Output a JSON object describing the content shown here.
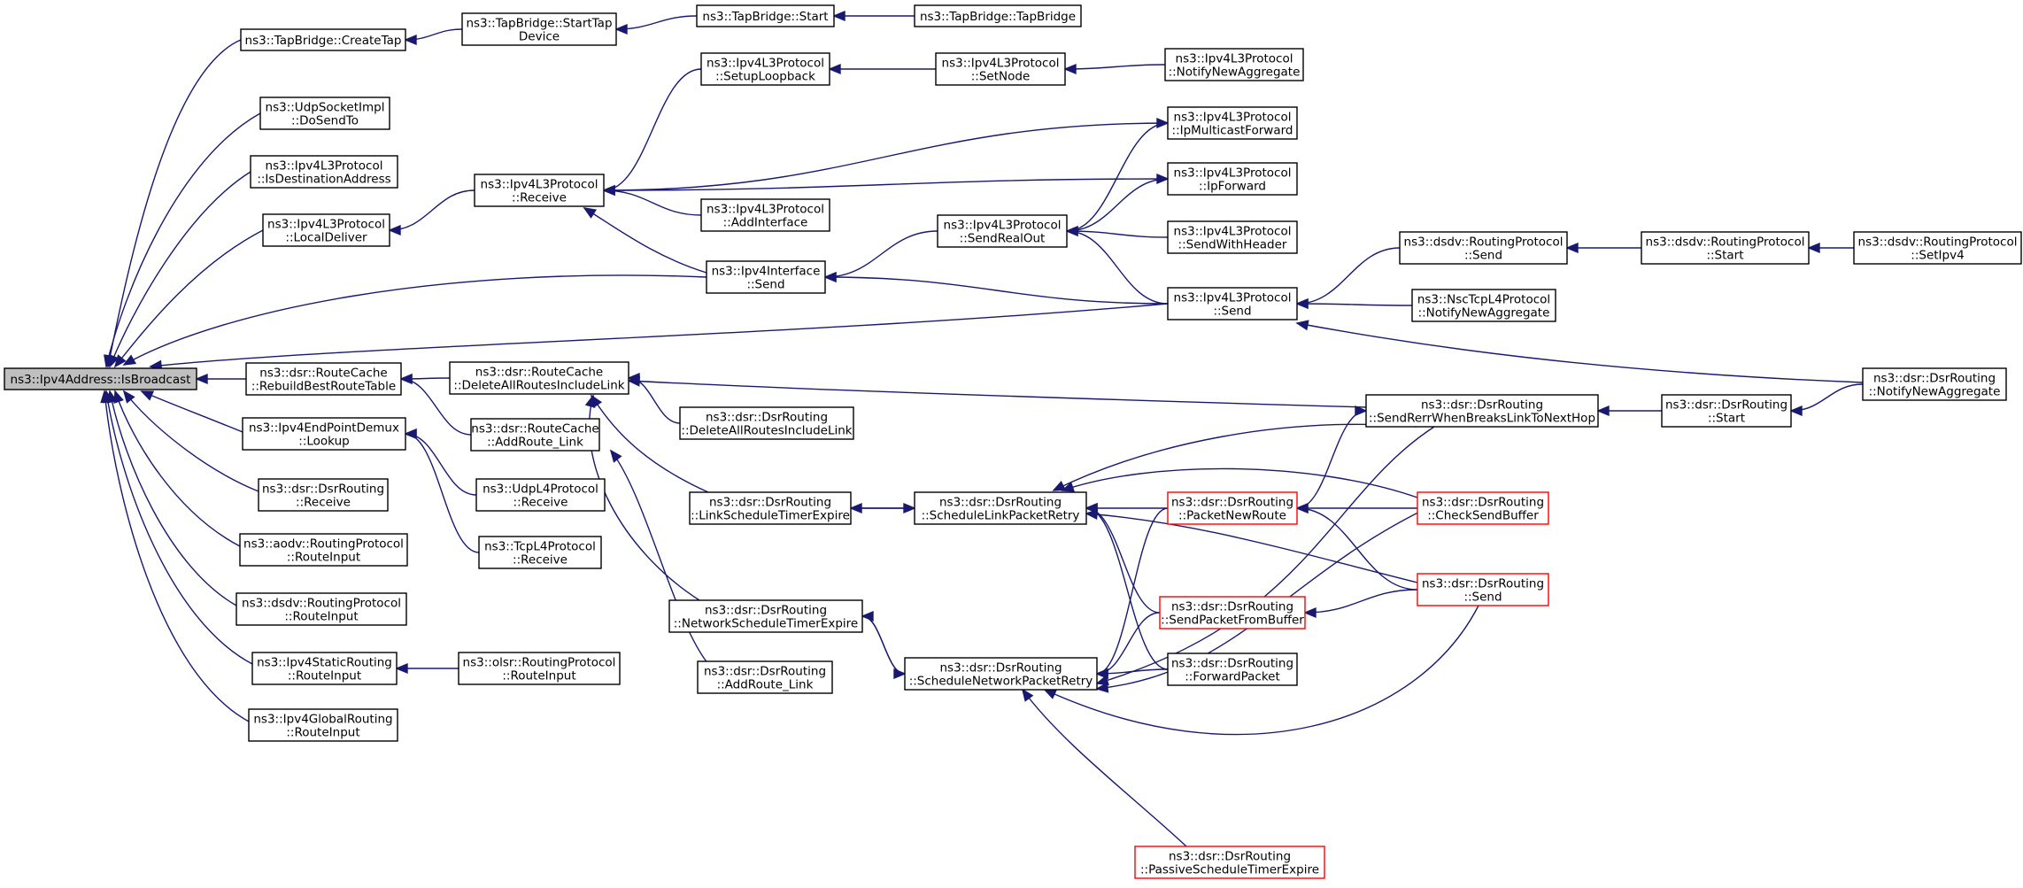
{
  "diagram": {
    "colors": {
      "edge": "#191970",
      "node_border": "#000000",
      "highlight_border": "#ff0000",
      "root_fill": "#bfbfbf"
    },
    "nodes": [
      {
        "id": "root",
        "lines": [
          "ns3::Ipv4Address::IsBroadcast"
        ],
        "style": "root"
      },
      {
        "id": "createtap",
        "lines": [
          "ns3::TapBridge::CreateTap"
        ]
      },
      {
        "id": "starttap",
        "lines": [
          "ns3::TapBridge::StartTap",
          "Device"
        ]
      },
      {
        "id": "tbstart",
        "lines": [
          "ns3::TapBridge::Start"
        ]
      },
      {
        "id": "tapbridge",
        "lines": [
          "ns3::TapBridge::TapBridge"
        ]
      },
      {
        "id": "udpsock",
        "lines": [
          "ns3::UdpSocketImpl",
          "::DoSendTo"
        ]
      },
      {
        "id": "isdest",
        "lines": [
          "ns3::Ipv4L3Protocol",
          "::IsDestinationAddress"
        ]
      },
      {
        "id": "localdeliver",
        "lines": [
          "ns3::Ipv4L3Protocol",
          "::LocalDeliver"
        ]
      },
      {
        "id": "receive",
        "lines": [
          "ns3::Ipv4L3Protocol",
          "::Receive"
        ]
      },
      {
        "id": "setuploop",
        "lines": [
          "ns3::Ipv4L3Protocol",
          "::SetupLoopback"
        ]
      },
      {
        "id": "setnode",
        "lines": [
          "ns3::Ipv4L3Protocol",
          "::SetNode"
        ]
      },
      {
        "id": "notifyagg1",
        "lines": [
          "ns3::Ipv4L3Protocol",
          "::NotifyNewAggregate"
        ]
      },
      {
        "id": "ipmulticast",
        "lines": [
          "ns3::Ipv4L3Protocol",
          "::IpMulticastForward"
        ]
      },
      {
        "id": "ipforward",
        "lines": [
          "ns3::Ipv4L3Protocol",
          "::IpForward"
        ]
      },
      {
        "id": "addinterface",
        "lines": [
          "ns3::Ipv4L3Protocol",
          "::AddInterface"
        ]
      },
      {
        "id": "sendrealout",
        "lines": [
          "ns3::Ipv4L3Protocol",
          "::SendRealOut"
        ]
      },
      {
        "id": "sendwithheader",
        "lines": [
          "ns3::Ipv4L3Protocol",
          "::SendWithHeader"
        ]
      },
      {
        "id": "ifsend",
        "lines": [
          "ns3::Ipv4Interface",
          "::Send"
        ]
      },
      {
        "id": "l3send",
        "lines": [
          "ns3::Ipv4L3Protocol",
          "::Send"
        ]
      },
      {
        "id": "dsdvsend",
        "lines": [
          "ns3::dsdv::RoutingProtocol",
          "::Send"
        ]
      },
      {
        "id": "dsdvstart",
        "lines": [
          "ns3::dsdv::RoutingProtocol",
          "::Start"
        ]
      },
      {
        "id": "dsdvsetipv4",
        "lines": [
          "ns3::dsdv::RoutingProtocol",
          "::SetIpv4"
        ]
      },
      {
        "id": "nsctcp",
        "lines": [
          "ns3::NscTcpL4Protocol",
          "::NotifyNewAggregate"
        ]
      },
      {
        "id": "rebuild",
        "lines": [
          "ns3::dsr::RouteCache",
          "::RebuildBestRouteTable"
        ]
      },
      {
        "id": "delallrc",
        "lines": [
          "ns3::dsr::RouteCache",
          "::DeleteAllRoutesIncludeLink"
        ]
      },
      {
        "id": "epdemux",
        "lines": [
          "ns3::Ipv4EndPointDemux",
          "::Lookup"
        ]
      },
      {
        "id": "addroutelink",
        "lines": [
          "ns3::dsr::RouteCache",
          "::AddRoute_Link"
        ]
      },
      {
        "id": "deldsr",
        "lines": [
          "ns3::dsr::DsrRouting",
          "::DeleteAllRoutesIncludeLink"
        ]
      },
      {
        "id": "dsrreceive",
        "lines": [
          "ns3::dsr::DsrRouting",
          "::Receive"
        ]
      },
      {
        "id": "udpl4",
        "lines": [
          "ns3::UdpL4Protocol",
          "::Receive"
        ]
      },
      {
        "id": "tcpl4",
        "lines": [
          "ns3::TcpL4Protocol",
          "::Receive"
        ]
      },
      {
        "id": "aodv",
        "lines": [
          "ns3::aodv::RoutingProtocol",
          "::RouteInput"
        ]
      },
      {
        "id": "dsdvrouteinput",
        "lines": [
          "ns3::dsdv::RoutingProtocol",
          "::RouteInput"
        ]
      },
      {
        "id": "staticrouting",
        "lines": [
          "ns3::Ipv4StaticRouting",
          "::RouteInput"
        ]
      },
      {
        "id": "olsr",
        "lines": [
          "ns3::olsr::RoutingProtocol",
          "::RouteInput"
        ]
      },
      {
        "id": "globalrouting",
        "lines": [
          "ns3::Ipv4GlobalRouting",
          "::RouteInput"
        ]
      },
      {
        "id": "linktimer",
        "lines": [
          "ns3::dsr::DsrRouting",
          "::LinkScheduleTimerExpire"
        ]
      },
      {
        "id": "schedlink",
        "lines": [
          "ns3::dsr::DsrRouting",
          "::ScheduleLinkPacketRetry"
        ]
      },
      {
        "id": "nettimer",
        "lines": [
          "ns3::dsr::DsrRouting",
          "::NetworkScheduleTimerExpire"
        ]
      },
      {
        "id": "dsraddroute",
        "lines": [
          "ns3::dsr::DsrRouting",
          "::AddRoute_Link"
        ]
      },
      {
        "id": "schednet",
        "lines": [
          "ns3::dsr::DsrRouting",
          "::ScheduleNetworkPacketRetry"
        ]
      },
      {
        "id": "packetnewroute",
        "lines": [
          "ns3::dsr::DsrRouting",
          "::PacketNewRoute"
        ],
        "style": "red"
      },
      {
        "id": "sendfrombuffer",
        "lines": [
          "ns3::dsr::DsrRouting",
          "::SendPacketFromBuffer"
        ],
        "style": "red"
      },
      {
        "id": "forwardpacket",
        "lines": [
          "ns3::dsr::DsrRouting",
          "::ForwardPacket"
        ]
      },
      {
        "id": "passive",
        "lines": [
          "ns3::dsr::DsrRouting",
          "::PassiveScheduleTimerExpire"
        ],
        "style": "red"
      },
      {
        "id": "sendrerr",
        "lines": [
          "ns3::dsr::DsrRouting",
          "::SendRerrWhenBreaksLinkToNextHop"
        ]
      },
      {
        "id": "checksendbuf",
        "lines": [
          "ns3::dsr::DsrRouting",
          "::CheckSendBuffer"
        ],
        "style": "red"
      },
      {
        "id": "dsrsend",
        "lines": [
          "ns3::dsr::DsrRouting",
          "::Send"
        ],
        "style": "red"
      },
      {
        "id": "dsrstart",
        "lines": [
          "ns3::dsr::DsrRouting",
          "::Start"
        ]
      },
      {
        "id": "dsrnotify",
        "lines": [
          "ns3::dsr::DsrRouting",
          "::NotifyNewAggregate"
        ]
      }
    ],
    "edges": [
      {
        "from": "createtap",
        "to": "root"
      },
      {
        "from": "udpsock",
        "to": "root"
      },
      {
        "from": "isdest",
        "to": "root"
      },
      {
        "from": "localdeliver",
        "to": "root"
      },
      {
        "from": "ifsend",
        "to": "root"
      },
      {
        "from": "l3send",
        "to": "root"
      },
      {
        "from": "rebuild",
        "to": "root"
      },
      {
        "from": "epdemux",
        "to": "root"
      },
      {
        "from": "dsrreceive",
        "to": "root"
      },
      {
        "from": "aodv",
        "to": "root"
      },
      {
        "from": "dsdvrouteinput",
        "to": "root"
      },
      {
        "from": "staticrouting",
        "to": "root"
      },
      {
        "from": "globalrouting",
        "to": "root"
      },
      {
        "from": "starttap",
        "to": "createtap"
      },
      {
        "from": "tbstart",
        "to": "starttap"
      },
      {
        "from": "tapbridge",
        "to": "tbstart"
      },
      {
        "from": "receive",
        "to": "localdeliver"
      },
      {
        "from": "setuploop",
        "to": "receive"
      },
      {
        "from": "ipmulticast",
        "to": "receive"
      },
      {
        "from": "ipforward",
        "to": "receive"
      },
      {
        "from": "addinterface",
        "to": "receive"
      },
      {
        "from": "ifsend",
        "to": "receive"
      },
      {
        "from": "setnode",
        "to": "setuploop"
      },
      {
        "from": "notifyagg1",
        "to": "setnode"
      },
      {
        "from": "sendrealout",
        "to": "ipmulticast"
      },
      {
        "from": "sendrealout",
        "to": "ipforward"
      },
      {
        "from": "sendwithheader",
        "to": "sendrealout"
      },
      {
        "from": "l3send",
        "to": "sendrealout"
      },
      {
        "from": "sendrealout",
        "to": "ifsend"
      },
      {
        "from": "l3send",
        "to": "ifsend"
      },
      {
        "from": "dsdvsend",
        "to": "l3send"
      },
      {
        "from": "nsctcp",
        "to": "l3send"
      },
      {
        "from": "dsrnotify",
        "to": "l3send"
      },
      {
        "from": "dsdvstart",
        "to": "dsdvsend"
      },
      {
        "from": "dsdvsetipv4",
        "to": "dsdvstart"
      },
      {
        "from": "delallrc",
        "to": "rebuild"
      },
      {
        "from": "addroutelink",
        "to": "rebuild"
      },
      {
        "from": "deldsr",
        "to": "delallrc"
      },
      {
        "from": "linktimer",
        "to": "delallrc"
      },
      {
        "from": "nettimer",
        "to": "delallrc"
      },
      {
        "from": "sendrerr",
        "to": "delallrc"
      },
      {
        "from": "dsraddroute",
        "to": "addroutelink"
      },
      {
        "from": "udpl4",
        "to": "epdemux"
      },
      {
        "from": "tcpl4",
        "to": "epdemux"
      },
      {
        "from": "olsr",
        "to": "staticrouting"
      },
      {
        "from": "schedlink",
        "to": "linktimer"
      },
      {
        "from": "linktimer",
        "to": "schedlink"
      },
      {
        "from": "packetnewroute",
        "to": "schedlink"
      },
      {
        "from": "sendfrombuffer",
        "to": "schedlink"
      },
      {
        "from": "forwardpacket",
        "to": "schedlink"
      },
      {
        "from": "sendrerr",
        "to": "schedlink"
      },
      {
        "from": "checksendbuf",
        "to": "schedlink"
      },
      {
        "from": "dsrsend",
        "to": "schedlink"
      },
      {
        "from": "schednet",
        "to": "nettimer"
      },
      {
        "from": "nettimer",
        "to": "schednet"
      },
      {
        "from": "packetnewroute",
        "to": "schednet"
      },
      {
        "from": "sendfrombuffer",
        "to": "schednet"
      },
      {
        "from": "forwardpacket",
        "to": "schednet"
      },
      {
        "from": "passive",
        "to": "schednet"
      },
      {
        "from": "sendrerr",
        "to": "schednet"
      },
      {
        "from": "checksendbuf",
        "to": "schednet"
      },
      {
        "from": "dsrsend",
        "to": "schednet"
      },
      {
        "from": "checksendbuf",
        "to": "packetnewroute"
      },
      {
        "from": "dsrsend",
        "to": "packetnewroute"
      },
      {
        "from": "packetnewroute",
        "to": "sendrerr"
      },
      {
        "from": "dsrsend",
        "to": "sendfrombuffer"
      },
      {
        "from": "dsrstart",
        "to": "sendrerr"
      },
      {
        "from": "dsrnotify",
        "to": "dsrstart"
      }
    ]
  }
}
